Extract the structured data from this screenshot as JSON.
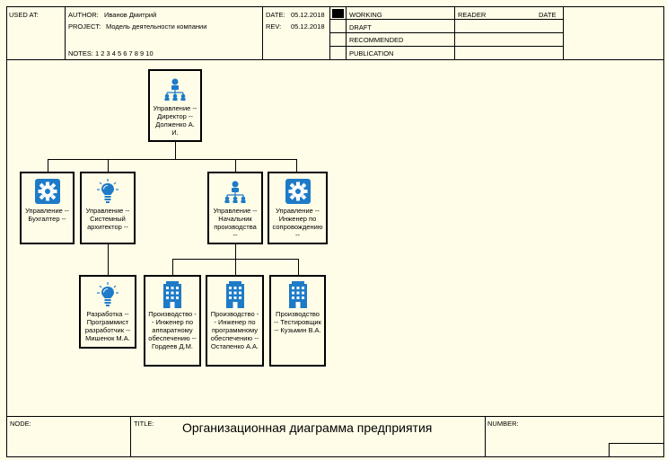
{
  "header": {
    "used_at": "USED AT:",
    "author_label": "AUTHOR:",
    "author": "Иванов Дмитрий",
    "project_label": "PROJECT:",
    "project": "Модель деятельности компании",
    "notes": "NOTES:  1  2  3  4  5  6  7  8  9  10",
    "date_label": "DATE:",
    "date": "05.12.2018",
    "rev_label": "REV:",
    "rev": "05.12.2018",
    "status": [
      "WORKING",
      "DRAFT",
      "RECOMMENDED",
      "PUBLICATION"
    ],
    "reader": "READER",
    "reader_date": "DATE"
  },
  "footer": {
    "node": "NODE:",
    "title_label": "TITLE:",
    "title": "Организационная диаграмма предприятия",
    "number": "NUMBER:"
  },
  "nodes": {
    "director": {
      "label": "Управление -- Директор -- Долженко А. И.",
      "icon": "org-icon"
    },
    "accountant": {
      "label": "Управление -- Бухгалтер --",
      "icon": "gear-icon"
    },
    "architect": {
      "label": "Управление -- Системный архитектор --",
      "icon": "bulb-icon"
    },
    "production_head": {
      "label": "Управление -- Начальник производства --",
      "icon": "org-icon"
    },
    "support": {
      "label": "Управление -- Инженер по сопровождению --",
      "icon": "gear-icon"
    },
    "developer": {
      "label": "Разработка -- Программист разработчик -- Мишенок М.А.",
      "icon": "bulb-icon"
    },
    "hw_engineer": {
      "label": "Производство -- Инженер по аппаратному обеспечению -- Гордеев Д.М.",
      "icon": "building-icon"
    },
    "sw_engineer": {
      "label": "Производство -- Инженер по программному обеспечению -- Остапенко А.А.",
      "icon": "building-icon"
    },
    "tester": {
      "label": "Производство -- Тестировщик -- Кузьмин В.А.",
      "icon": "building-icon"
    }
  }
}
